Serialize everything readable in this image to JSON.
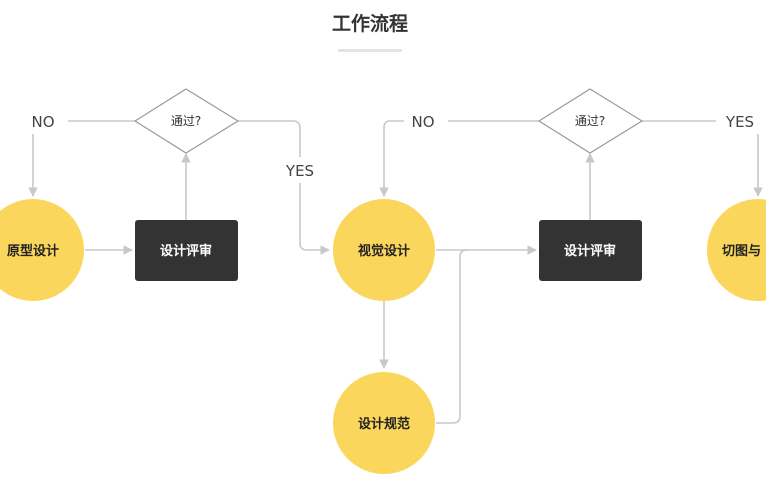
{
  "title": "工作流程",
  "colors": {
    "circle": "#fbd65c",
    "rect": "#333333",
    "rect_text": "#ffffff",
    "circle_text": "#222222",
    "line": "#c8c8c8",
    "divider": "#e3e3e3"
  },
  "nodes": {
    "prototype_design": "原型设计",
    "design_review_1": "设计评审",
    "decision_1": "通过?",
    "visual_design": "视觉设计",
    "design_spec": "设计规范",
    "design_review_2": "设计评审",
    "decision_2": "通过?",
    "slicing": "切图与"
  },
  "edge_labels": {
    "no_1": "NO",
    "yes_1": "YES",
    "no_2": "NO",
    "yes_2": "YES"
  }
}
